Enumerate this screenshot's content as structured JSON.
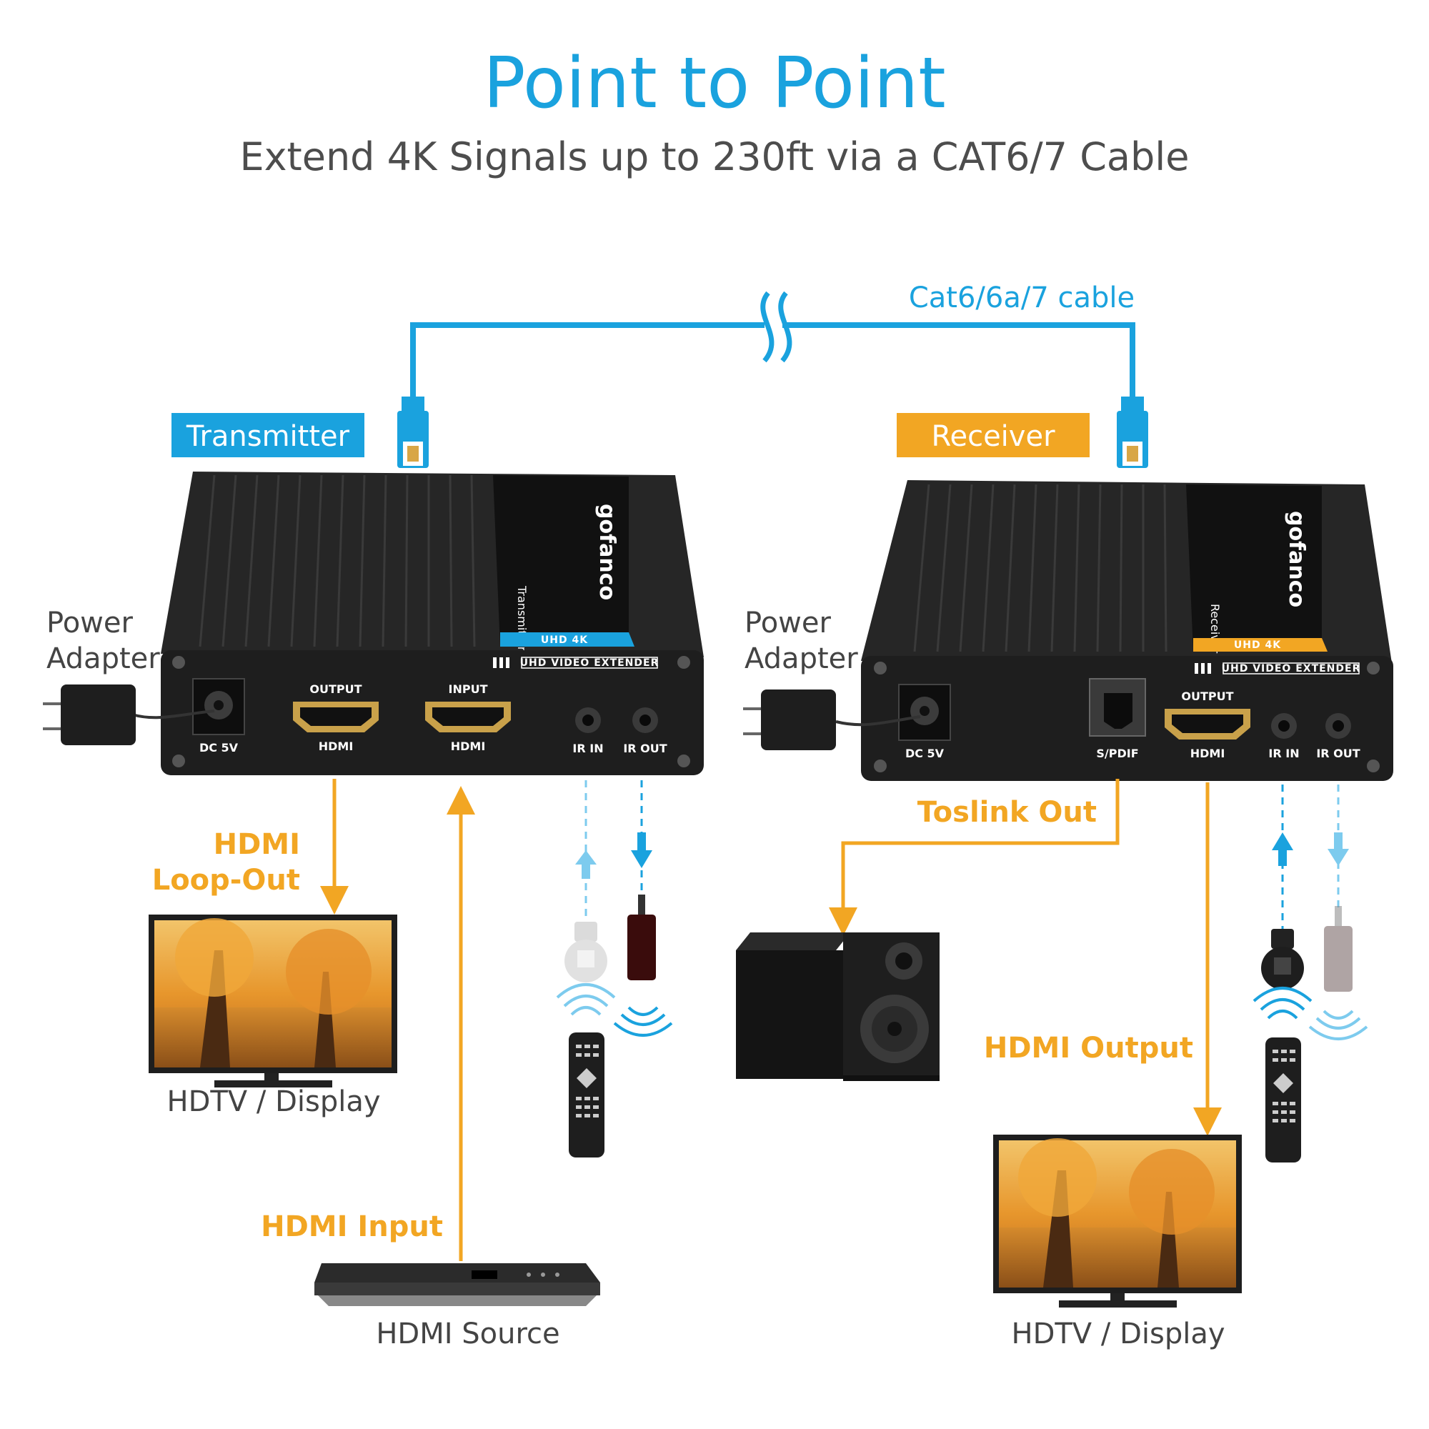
{
  "header": {
    "title": "Point to Point",
    "subtitle": "Extend 4K Signals up to 230ft via a CAT6/7 Cable"
  },
  "cable_label": "Cat6/6a/7 cable",
  "transmitter": {
    "tag": "Transmitter",
    "brand": "gofanco",
    "side_label": "Transmitter",
    "badge": "UHD 4K",
    "band_label": "UHD VIDEO EXTENDER",
    "ports": {
      "dc": "DC 5V",
      "output_top": "OUTPUT",
      "output_bottom": "HDMI",
      "input_top": "INPUT",
      "input_bottom": "HDMI",
      "ir_in": "IR IN",
      "ir_out": "IR OUT"
    },
    "power_adapter_line1": "Power",
    "power_adapter_line2": "Adapter",
    "loop_out_line1": "HDMI",
    "loop_out_line2": "Loop-Out",
    "display_label": "HDTV / Display",
    "input_label": "HDMI Input",
    "source_label": "HDMI Source"
  },
  "receiver": {
    "tag": "Receiver",
    "brand": "gofanco",
    "side_label": "Receiver",
    "badge": "UHD 4K",
    "band_label": "UHD VIDEO EXTENDER",
    "ports": {
      "dc": "DC 5V",
      "spdif": "S/PDIF",
      "output_top": "OUTPUT",
      "output_bottom": "HDMI",
      "ir_in": "IR IN",
      "ir_out": "IR OUT"
    },
    "power_adapter_line1": "Power",
    "power_adapter_line2": "Adapter",
    "toslink_label": "Toslink Out",
    "output_label": "HDMI Output",
    "display_label": "HDTV / Display"
  },
  "colors": {
    "blue": "#1aa2de",
    "light_blue": "#7dcbee",
    "orange": "#f2a623",
    "device": "#1e1e1e"
  }
}
